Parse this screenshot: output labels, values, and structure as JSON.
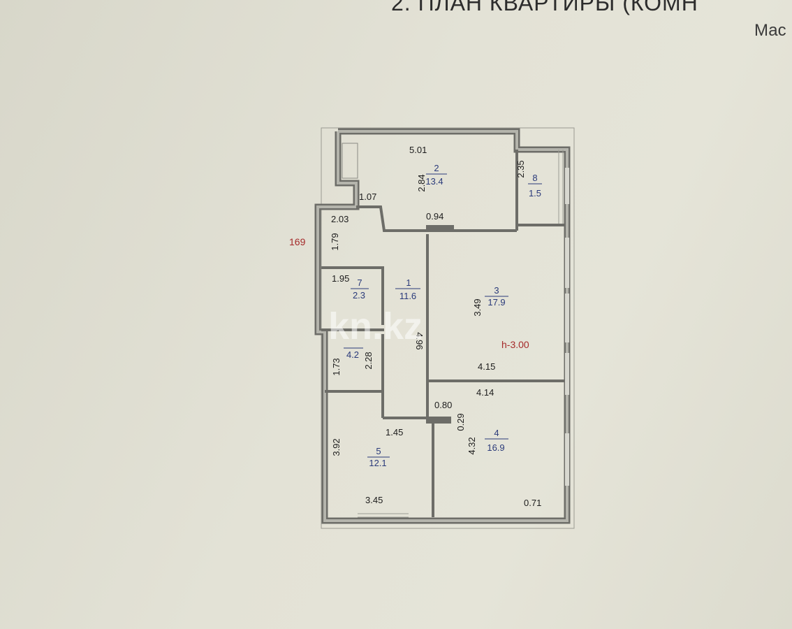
{
  "header": {
    "title": "2. ПЛАН КВАРТИРЫ (КОМН",
    "scale": "Мас"
  },
  "plan": {
    "ceiling_height": "h-3.00",
    "apartment_number": "169",
    "watermark": "kn.kz",
    "rooms": [
      {
        "number": "1",
        "area": "11.6"
      },
      {
        "number": "2",
        "area": "13.4"
      },
      {
        "number": "3",
        "area": "17.9"
      },
      {
        "number": "4",
        "area": "16.9"
      },
      {
        "number": "5",
        "area": "12.1"
      },
      {
        "number": "7",
        "area": "2.3"
      },
      {
        "number": "8",
        "area": "1.5"
      },
      {
        "number": "",
        "area": "4.2"
      }
    ],
    "dimensions": {
      "d_5_01": "5.01",
      "d_2_84": "2.84",
      "d_1_07": "1.07",
      "d_0_94": "0.94",
      "d_2_35": "2.35",
      "d_2_03": "2.03",
      "d_1_79": "1.79",
      "d_1_95": "1.95",
      "d_3_49": "3.49",
      "d_4_15": "4.15",
      "d_4_14": "4.14",
      "d_0_80": "0.80",
      "d_0_29": "0.29",
      "d_4_32": "4.32",
      "d_0_71": "0.71",
      "d_1_73": "1.73",
      "d_2_28": "2.28",
      "d_4_96": "4.96",
      "d_1_45": "1.45",
      "d_3_92": "3.92",
      "d_3_45": "3.45"
    }
  }
}
